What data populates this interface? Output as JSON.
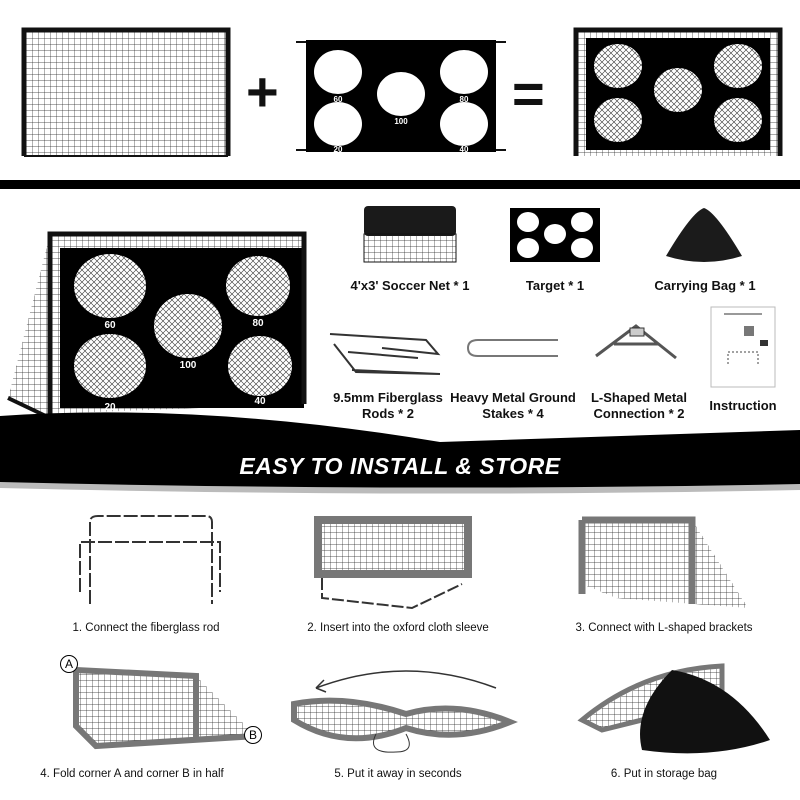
{
  "top_equation": {
    "plus": "+",
    "equals": "="
  },
  "target_scores": [
    "60",
    "100",
    "80",
    "20",
    "40"
  ],
  "package_items": [
    {
      "label": "4'x3' Soccer Net * 1"
    },
    {
      "label": "Target * 1"
    },
    {
      "label": "Carrying Bag * 1"
    },
    {
      "label": "9.5mm Fiberglass Rods * 2"
    },
    {
      "label": "Heavy Metal Ground Stakes * 4"
    },
    {
      "label": "L-Shaped Metal Connection * 2"
    },
    {
      "label": "Instruction"
    }
  ],
  "section_title": "EASY TO INSTALL & STORE",
  "steps": [
    {
      "caption": "1. Connect the fiberglass rod"
    },
    {
      "caption": "2. Insert into the oxford cloth sleeve"
    },
    {
      "caption": "3. Connect with L-shaped brackets"
    },
    {
      "caption": "4. Fold corner A and corner B in half"
    },
    {
      "caption": "5. Put it away in seconds"
    },
    {
      "caption": "6. Put in storage bag"
    }
  ],
  "corner_labels": {
    "a": "A",
    "b": "B"
  },
  "colors": {
    "black": "#000000",
    "gray": "#777777"
  }
}
